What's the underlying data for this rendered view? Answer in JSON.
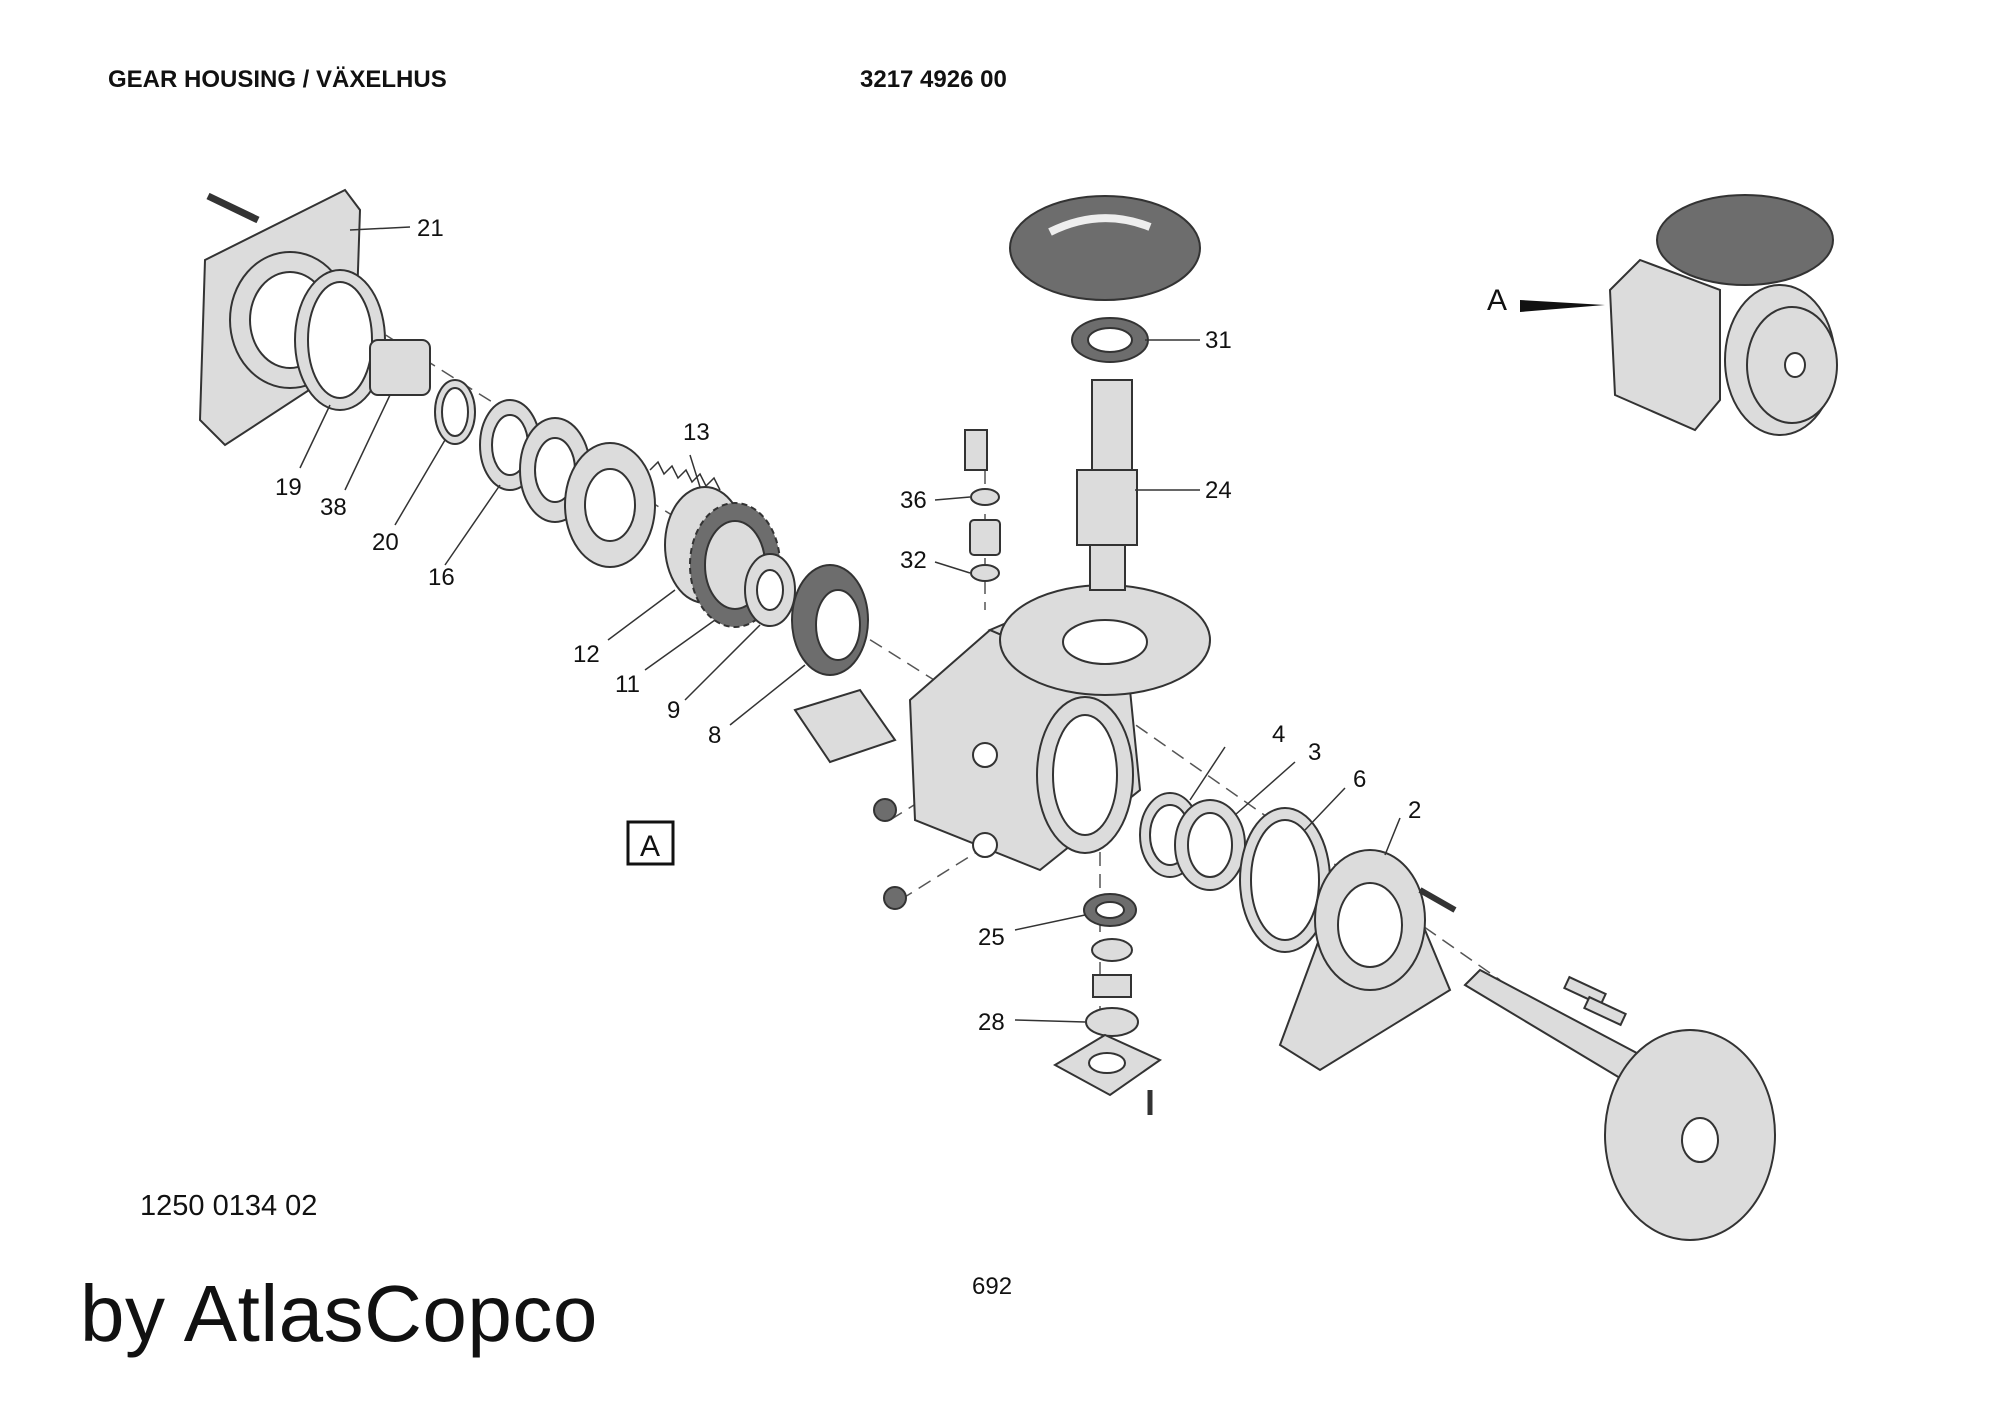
{
  "header": {
    "title": "GEAR HOUSING / VÄXELHUS",
    "part_number": "3217 4926 00"
  },
  "diagram": {
    "callouts": [
      "21",
      "19",
      "38",
      "20",
      "16",
      "13",
      "12",
      "11",
      "9",
      "8",
      "36",
      "32",
      "31",
      "24",
      "4",
      "3",
      "6",
      "2",
      "25",
      "28"
    ],
    "view_label": "A",
    "view_box_label": "A"
  },
  "footer": {
    "reference": "1250 0134 02",
    "page": "692",
    "brand": "by AtlasCopco"
  }
}
